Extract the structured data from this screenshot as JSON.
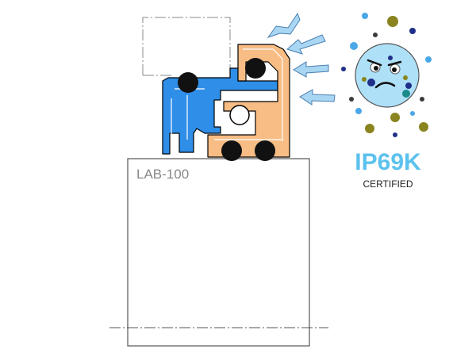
{
  "housing": {
    "label": "LAB-100"
  },
  "rating": {
    "code": "IP69K",
    "caption": "CERTIFIED"
  },
  "colors": {
    "rotor_blue": "#2f8ee8",
    "stator_orange": "#f8bd84",
    "arrow_blue": "#a9d6f3",
    "face_blue": "#aee0f8",
    "rating_blue": "#5cc1ee",
    "oring_black": "#111111",
    "particle_olive": "#8a8420",
    "particle_navy": "#1f2f8a",
    "particle_sky": "#4aa8e8",
    "particle_gray": "#3a3a3a",
    "outline_black": "#000000"
  },
  "icons": [
    "contaminant-face-icon",
    "pressure-arrow-icon",
    "o-ring-icon",
    "bearing-ball-icon"
  ]
}
